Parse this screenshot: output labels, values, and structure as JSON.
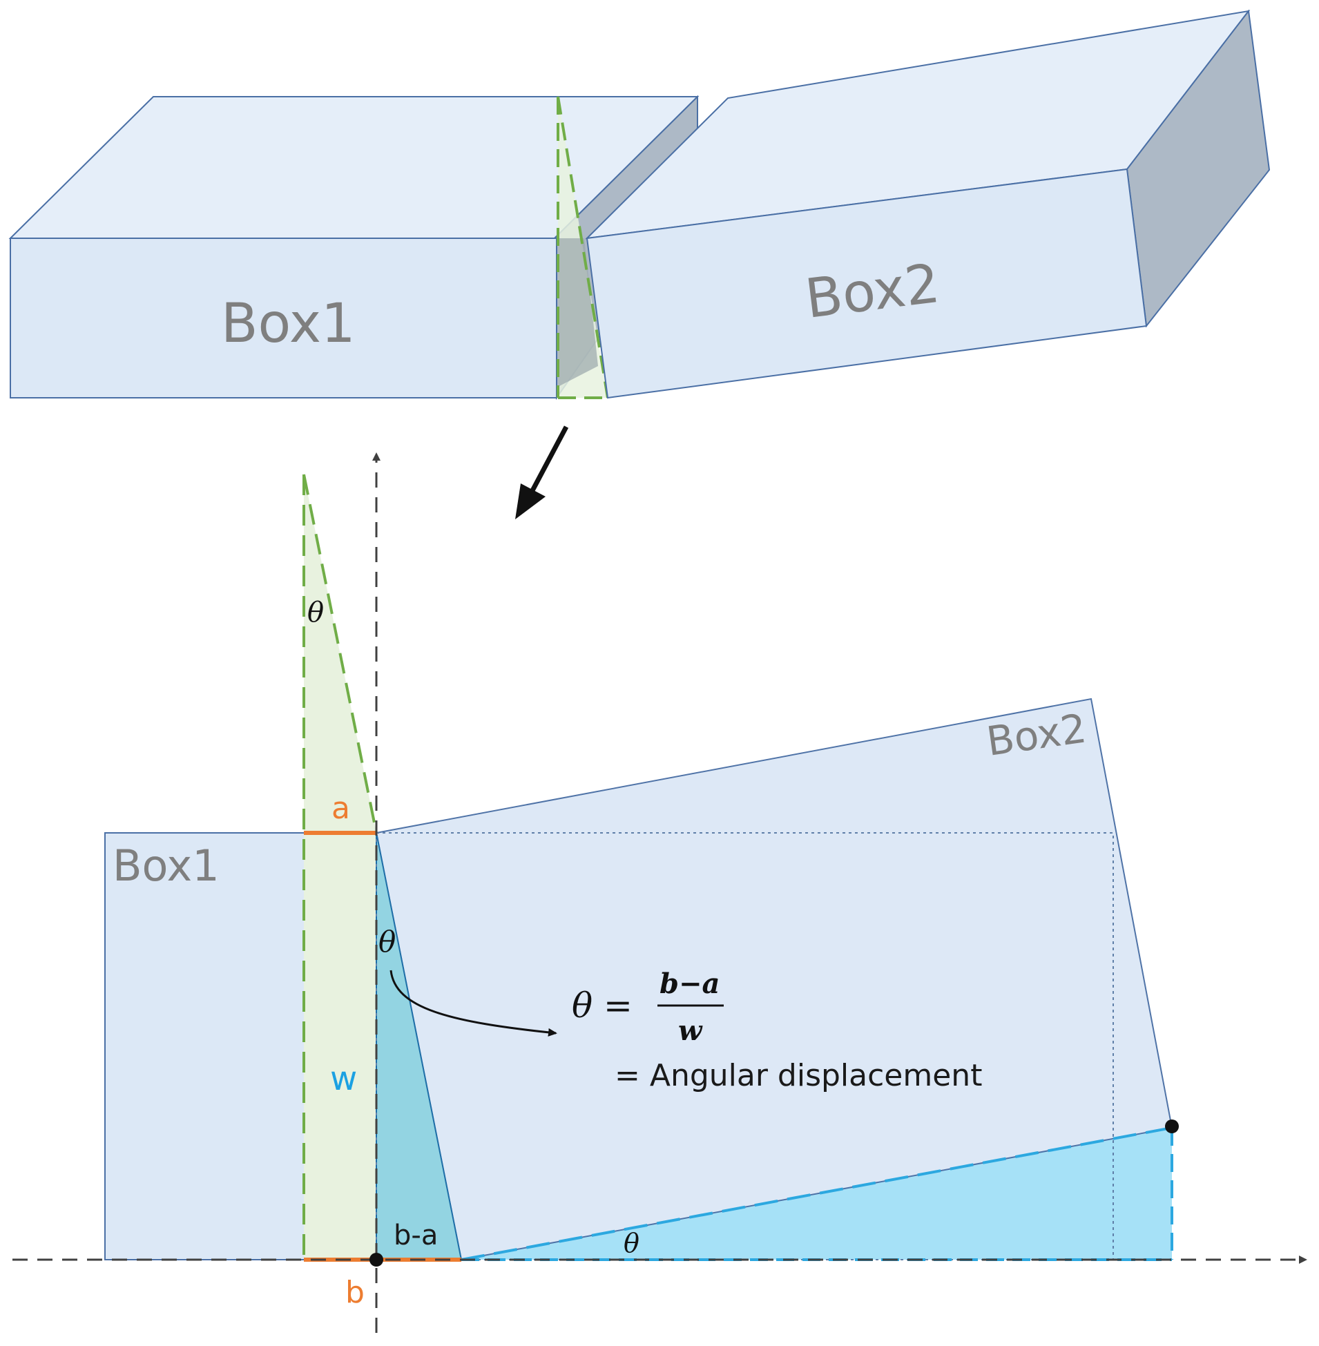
{
  "top_view": {
    "box1_label": "Box1",
    "box2_label": "Box2"
  },
  "bottom_view": {
    "box1_label": "Box1",
    "box2_label": "Box2",
    "theta_symbol": "θ",
    "label_a": "a",
    "label_b": "b",
    "label_w": "w",
    "label_b_minus_a": "b-a",
    "formula": {
      "lhs": "θ =",
      "numerator": "b−a",
      "denominator": "w",
      "equals_text": "= Angular displacement"
    }
  },
  "colors": {
    "box_fill": "#dce8f6",
    "box_stroke": "#4a6fa5",
    "box_top_fill": "#e5eef9",
    "box_side_fill": "#adb9c6",
    "wedge_green_fill": "#e8f2df",
    "wedge_green_stroke": "#70ad47",
    "dark_blue_triangle": "#93d4e2",
    "light_blue_region": "#a6e1f7",
    "blue_dashed": "#2ca8e0",
    "orange": "#ed7d31",
    "axis": "#404040"
  }
}
